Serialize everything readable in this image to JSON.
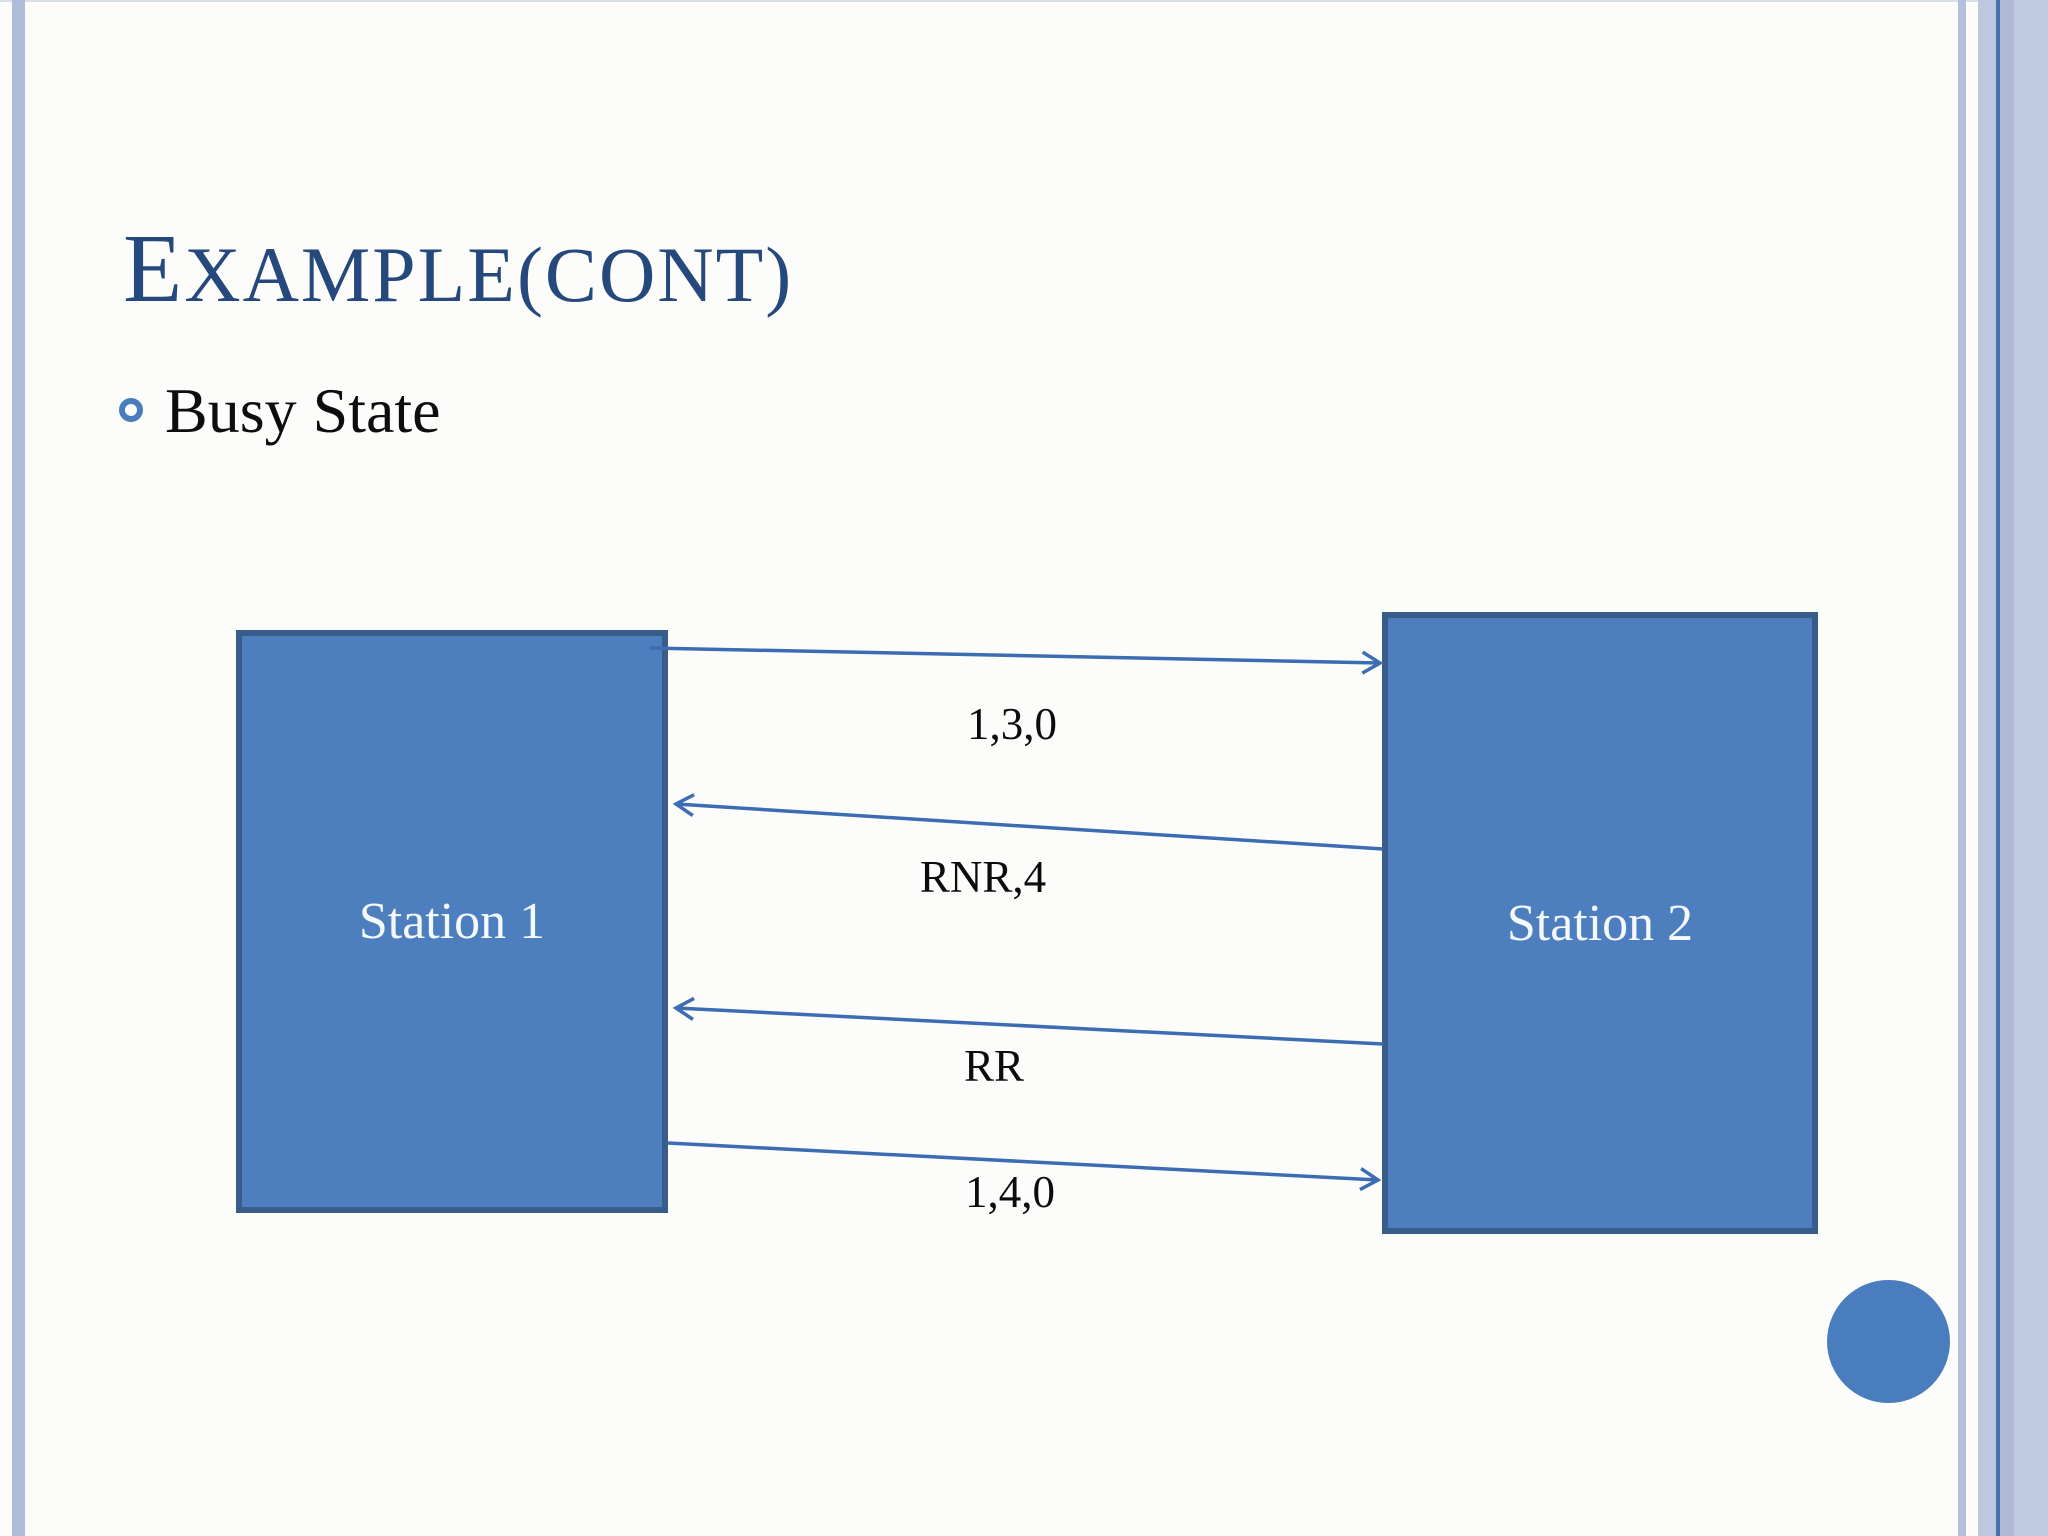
{
  "slide": {
    "title": "EXAMPLE(CONT)",
    "bullet_text": "Busy State"
  },
  "diagram": {
    "station1_label": "Station 1",
    "station2_label": "Station 2",
    "messages": [
      {
        "label": "1,3,0",
        "direction": "to-station2"
      },
      {
        "label": "RNR,4",
        "direction": "to-station1"
      },
      {
        "label": "RR",
        "direction": "to-station1"
      },
      {
        "label": "1,4,0",
        "direction": "to-station2"
      }
    ]
  },
  "colors": {
    "title_text": "#25497d",
    "body_text": "#0d0d0d",
    "station_fill": "#4d7fbe",
    "station_border": "#385d8a",
    "station_text": "#f5f8fc",
    "arrow": "#3b6cb4",
    "bullet_ring": "#4a7dbd",
    "accent_circle": "#4a7dbd",
    "side_stripe_light": "#aebcd9",
    "side_stripe_dark_line": "#4a6fae",
    "background": "#fcfdfa"
  }
}
